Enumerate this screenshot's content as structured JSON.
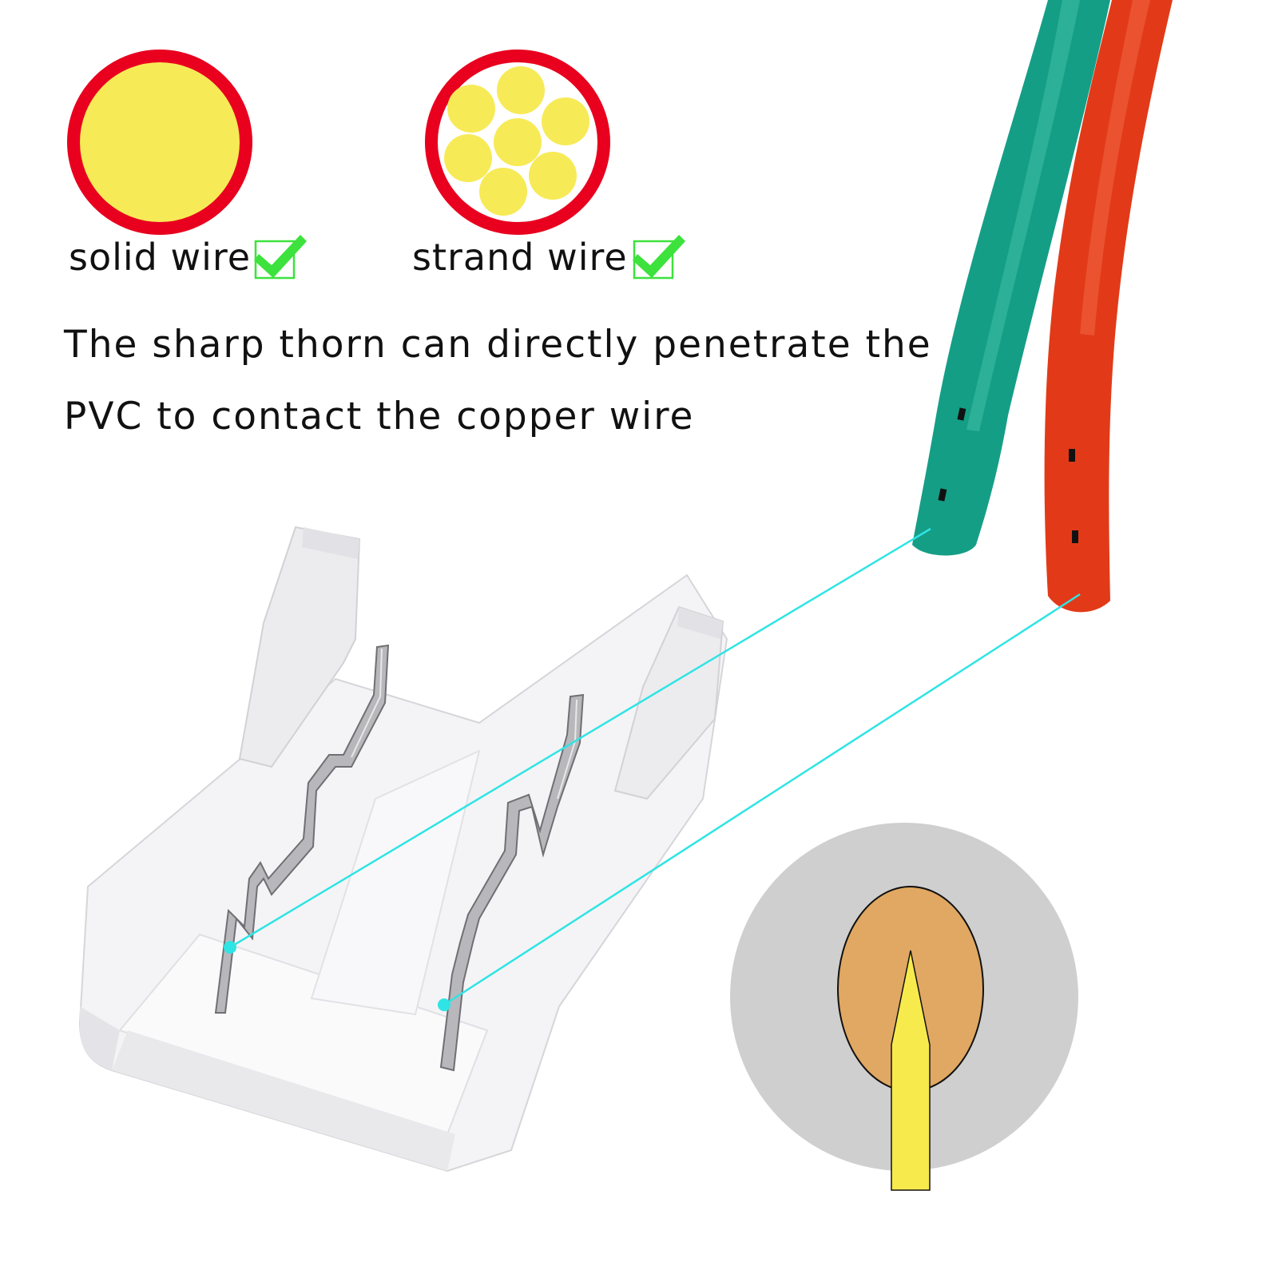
{
  "wire_types": [
    {
      "label": "solid wire",
      "supported": true,
      "core": "solid"
    },
    {
      "label": "strand wire",
      "supported": true,
      "core": "stranded"
    }
  ],
  "description": {
    "line1": "The sharp thorn can directly penetrate the",
    "line2": "PVC to contact the copper wire"
  },
  "colors": {
    "insulation_ring": "#e8001e",
    "conductor": "#f7ea57",
    "check_mark": "#3de23d",
    "wire_green": "#159e86",
    "wire_red": "#e23a18",
    "leader_line": "#2fe4e4",
    "cross_section_insulation": "#cfcfcf",
    "cross_section_copper": "#e0a862",
    "thorn": "#f7ea4d"
  },
  "icons": [
    "check-icon",
    "solid-wire-cross-section-icon",
    "strand-wire-cross-section-icon"
  ]
}
